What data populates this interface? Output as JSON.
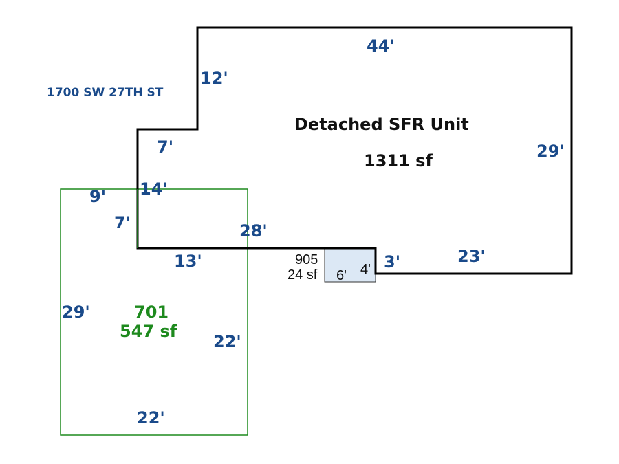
{
  "address": "1700 SW 27TH ST",
  "main_unit": {
    "name": "Detached SFR Unit",
    "area": "1311 sf",
    "dimensions": [
      "44'",
      "12'",
      "7'",
      "14'",
      "28'",
      "3'",
      "23'",
      "29'"
    ],
    "color": "#000000"
  },
  "green_area": {
    "code": "701",
    "area": "547 sf",
    "dimensions": [
      "9'",
      "7'",
      "13'",
      "29'",
      "22'",
      "22'"
    ],
    "color": "#1e8a1e"
  },
  "small_area": {
    "code": "905",
    "area": "24 sf",
    "dimensions": [
      "6'",
      "4'"
    ],
    "color": "#dce8f5"
  }
}
